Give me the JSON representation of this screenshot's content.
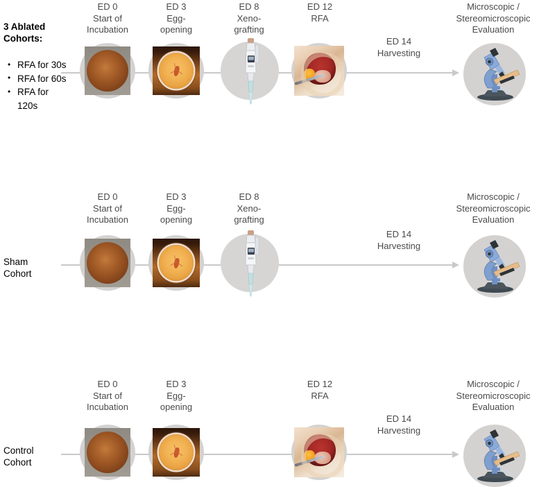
{
  "diagram": {
    "title": "Experimental timeline of CAM assay cohorts",
    "colors": {
      "node_circle": "#d4d2d1",
      "connector": "#c9c9c9",
      "caption_text": "#4a4a4a",
      "cohort_text": "#000000",
      "microscope_body": "#7f9fd0",
      "microscope_base": "#3f4a52",
      "microscope_stage": "#e0b885"
    }
  },
  "rows": [
    {
      "id": "ablated",
      "cohort_label": "3 Ablated\nCohorts:",
      "cohort_label_bold": true,
      "bullets": [
        "RFA for 30s",
        "RFA for 60s",
        "RFA for\n120s"
      ],
      "steps": [
        {
          "id": "ed0",
          "caption": "ED 0\nStart of\nIncubation",
          "icon": "egg-whole-photo"
        },
        {
          "id": "ed3",
          "caption": "ED 3\nEgg-\nopening",
          "icon": "egg-opened-photo"
        },
        {
          "id": "ed8",
          "caption": "ED 8\nXeno-\ngrafting",
          "icon": "micropipette-icon"
        },
        {
          "id": "ed12",
          "caption": "ED 12\nRFA",
          "icon": "rfa-surgery-photo"
        },
        {
          "id": "ed14end",
          "caption": "Microscopic /\nStereomicroscopic\nEvaluation",
          "icon": "microscope-icon"
        }
      ],
      "arrow_caption": "ED 14\nHarvesting"
    },
    {
      "id": "sham",
      "cohort_label": "Sham\nCohort",
      "cohort_label_bold": false,
      "bullets": [],
      "steps": [
        {
          "id": "ed0",
          "caption": "ED 0\nStart of\nIncubation",
          "icon": "egg-whole-photo"
        },
        {
          "id": "ed3",
          "caption": "ED 3\nEgg-\nopening",
          "icon": "egg-opened-photo"
        },
        {
          "id": "ed8",
          "caption": "ED 8\nXeno-\ngrafting",
          "icon": "micropipette-icon"
        },
        {
          "id": "ed14end",
          "caption": "Microscopic /\nStereomicroscopic\nEvaluation",
          "icon": "microscope-icon"
        }
      ],
      "arrow_caption": "ED 14\nHarvesting"
    },
    {
      "id": "control",
      "cohort_label": "Control\nCohort",
      "cohort_label_bold": false,
      "bullets": [],
      "steps": [
        {
          "id": "ed0",
          "caption": "ED 0\nStart of\nIncubation",
          "icon": "egg-whole-photo"
        },
        {
          "id": "ed3",
          "caption": "ED 3\nEgg-\nopening",
          "icon": "egg-opened-photo"
        },
        {
          "id": "ed12",
          "caption": "ED 12\nRFA",
          "icon": "rfa-surgery-photo"
        },
        {
          "id": "ed14end",
          "caption": "Microscopic /\nStereomicroscopic\nEvaluation",
          "icon": "microscope-icon"
        }
      ],
      "arrow_caption": "ED 14\nHarvesting"
    }
  ]
}
